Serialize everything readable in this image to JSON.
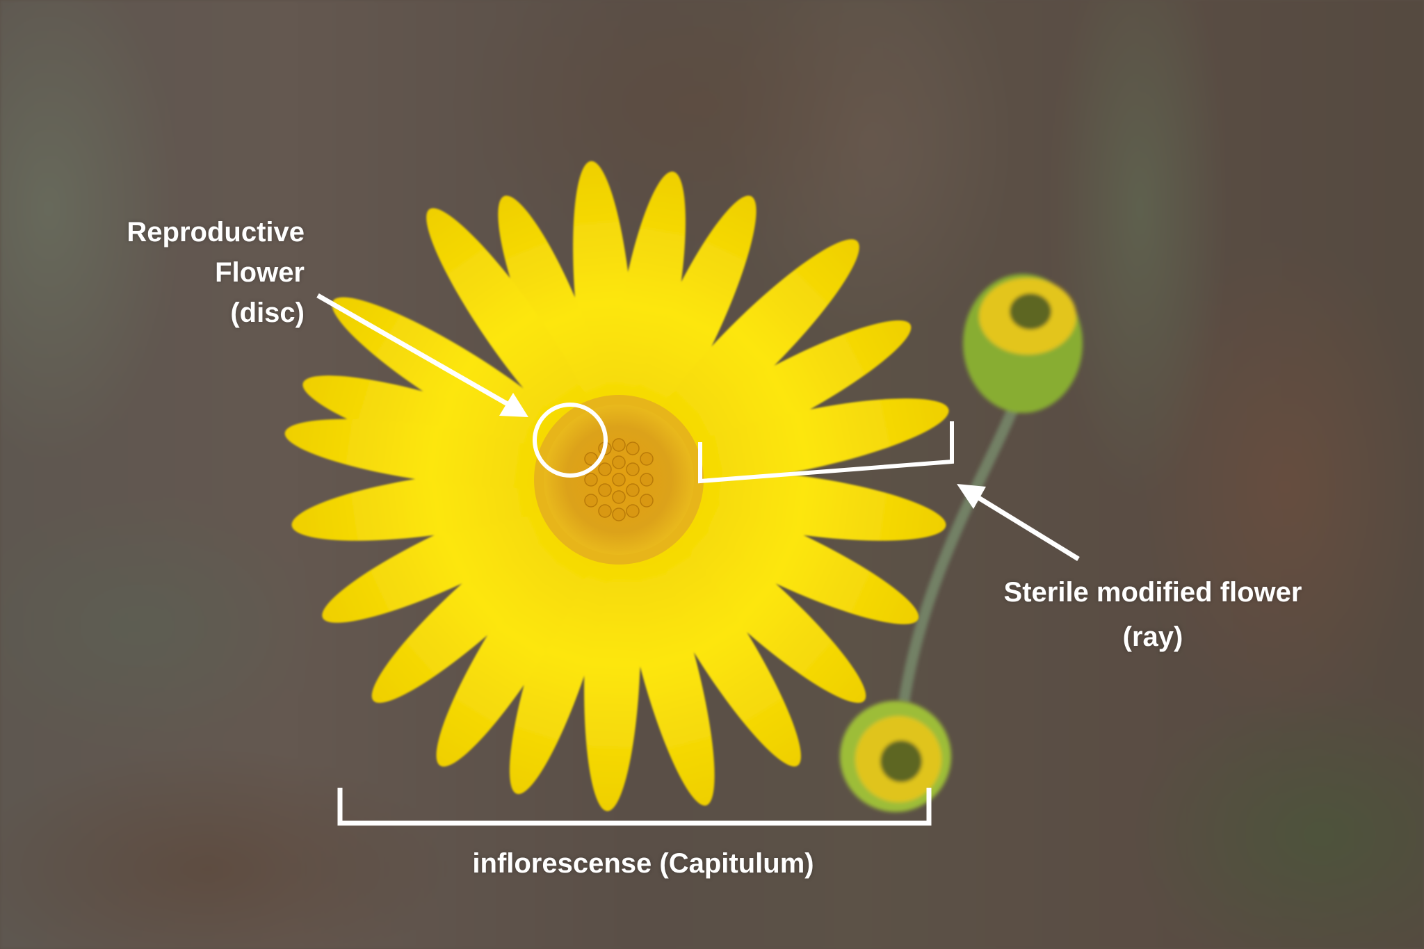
{
  "image": {
    "subject": "yellow composite flower (daisy-like) with two unopened buds on blurred background",
    "colors": {
      "petal": "#f7dc0a",
      "petal_shade": "#e8c800",
      "disc": "#d89a0c",
      "disc_floret": "#e7a91a",
      "bud_green": "#8fb53a",
      "annotation": "#ffffff",
      "background": "#5a4f47"
    }
  },
  "annotations": {
    "disc_label": {
      "line1": "Reproductive",
      "line2": "Flower",
      "line3": "(disc)"
    },
    "ray_label": {
      "line1": "Sterile modified flower",
      "line2": "(ray)"
    },
    "capitulum_label": "inflorescense (Capitulum)"
  }
}
